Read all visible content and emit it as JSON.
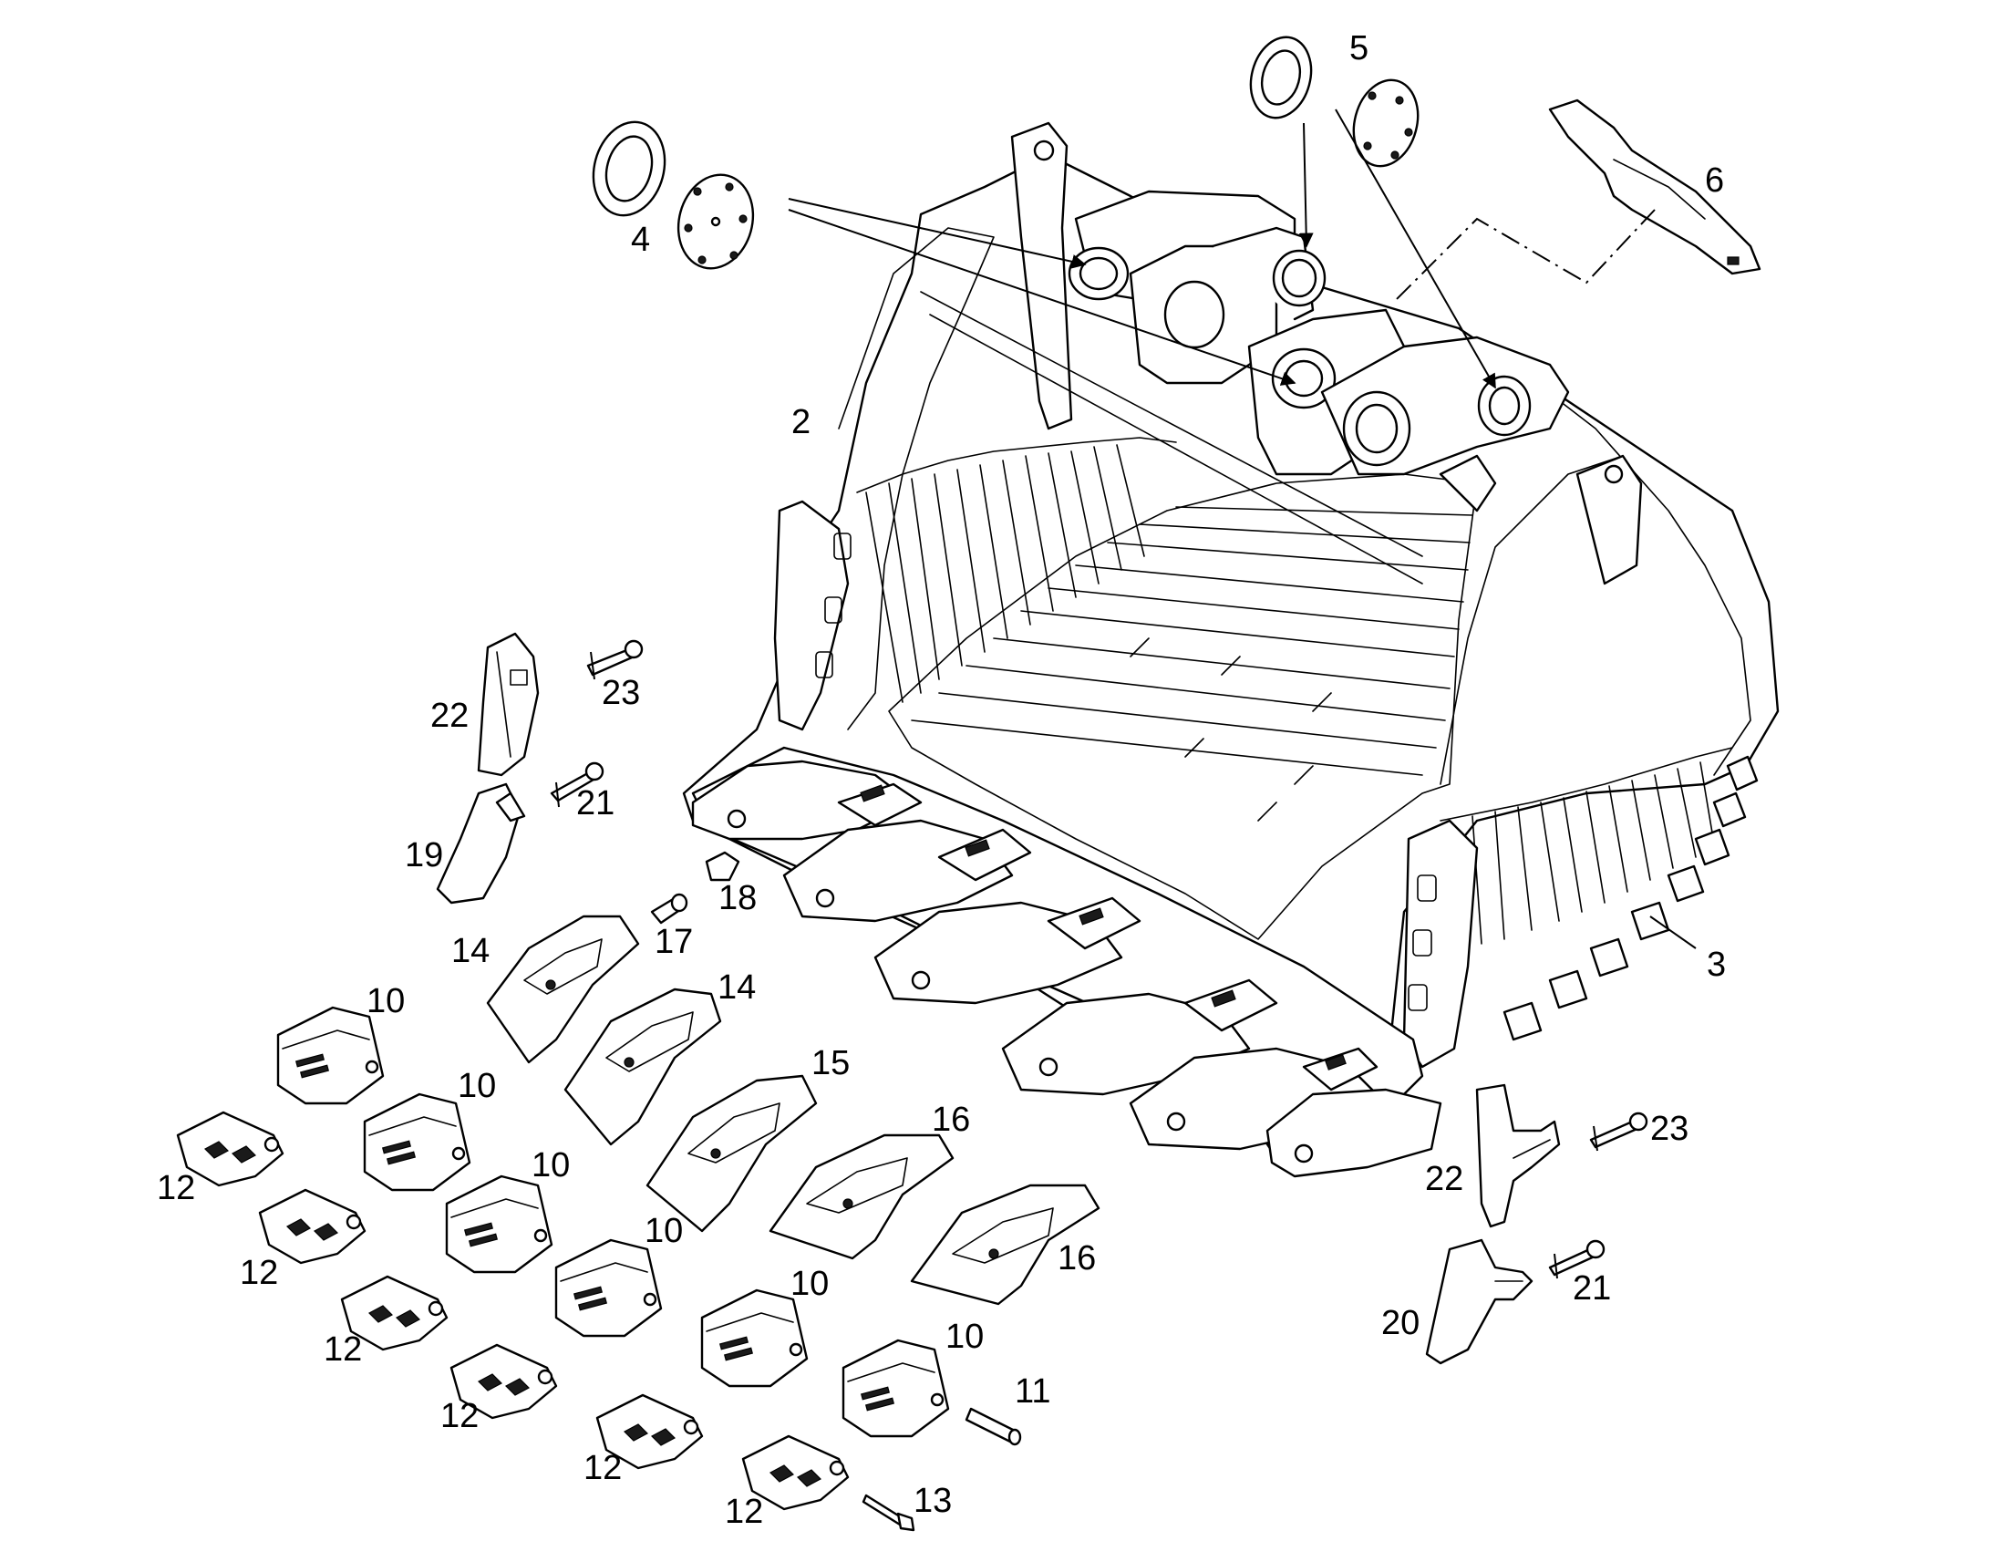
{
  "callouts": {
    "c2": "2",
    "c3": "3",
    "c4": "4",
    "c5": "5",
    "c6": "6",
    "c10a": "10",
    "c10b": "10",
    "c10c": "10",
    "c10d": "10",
    "c10e": "10",
    "c10f": "10",
    "c11": "11",
    "c12a": "12",
    "c12b": "12",
    "c12c": "12",
    "c12d": "12",
    "c12e": "12",
    "c12f": "12",
    "c13": "13",
    "c14a": "14",
    "c14b": "14",
    "c15": "15",
    "c16a": "16",
    "c16b": "16",
    "c17": "17",
    "c18": "18",
    "c19": "19",
    "c20": "20",
    "c21a": "21",
    "c21b": "21",
    "c22a": "22",
    "c22b": "22",
    "c23a": "23",
    "c23b": "23"
  }
}
